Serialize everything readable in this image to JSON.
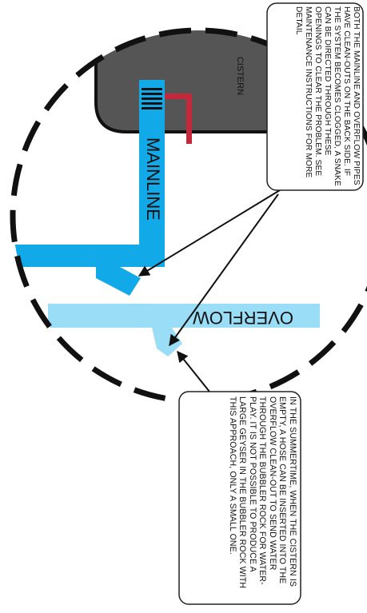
{
  "colors": {
    "pipe": "#12a9e8",
    "cistern": "#555555",
    "cistern_edge": "#111111",
    "bubbler": "#c4283a",
    "callout_border": "#222222",
    "text": "#111111"
  },
  "labels": {
    "cistern": "CISTERN",
    "mainline": "MAINLINE",
    "overflow": "OVERFLOW"
  },
  "callouts": {
    "top_note": "BOTH THE MAINLINE AND OVERFLOW PIPES HAVE CLEAN-OUTS ON THE BACK SIDE. IF THE SYSTEM BECOMES CLOGGED, A SNAKE CAN BE DIRECTED THROUGH THESE OPENINGS TO CLEAR THE PROBLEM. SEE MAINTENANCE INSTRUCTIONS FOR MORE DETAIL",
    "bottom_note": "IN THE SUMMERTIME, WHEN THE CISTERN IS EMPTY, A HOSE CAN BE INSERTED INTO THE OVERFLOW CLEAN-OUT TO SEND WATER THROUGH THE BUBBLER ROCK FOR WATER-PLAY. IT IS NOT POSSIBLE TO PRODUCE A LARGE GEYSER IN THE BUBBLER ROCK WITH THIS APPROACH, ONLY A SMALL ONE."
  }
}
